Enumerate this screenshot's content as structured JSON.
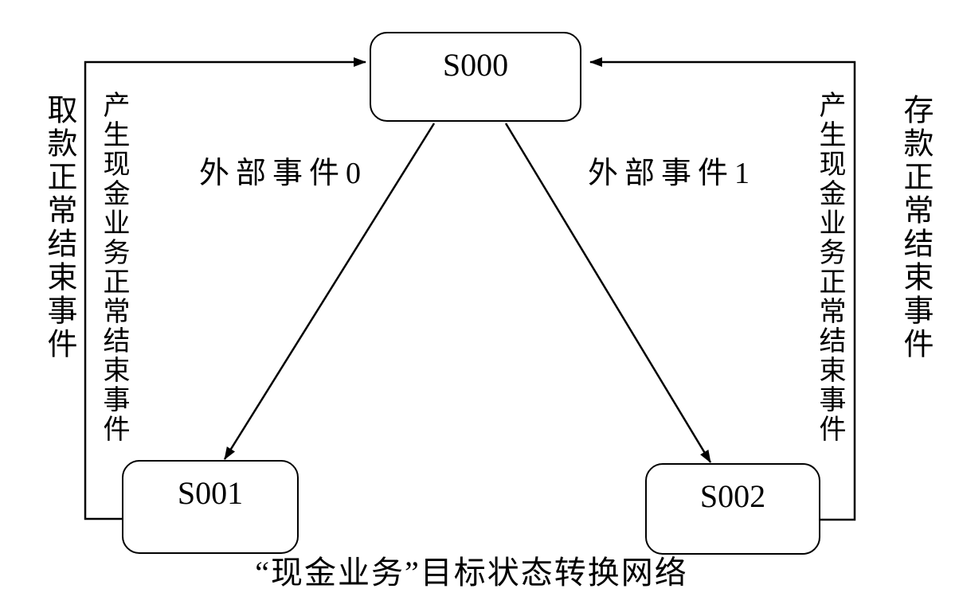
{
  "diagram": {
    "caption": "“现金业务”目标状态转换网络",
    "nodes": {
      "s000": {
        "label": "S000"
      },
      "s001": {
        "label": "S001"
      },
      "s002": {
        "label": "S002"
      }
    },
    "edge_labels": {
      "external_event_0": "外部事件0",
      "external_event_1": "外部事件1"
    },
    "side_labels": {
      "left_outer": "取款正常结束事件",
      "left_inner": "产生现金业务正常结束事件",
      "right_inner": "产生现金业务正常结束事件",
      "right_outer": "存款正常结束事件"
    },
    "colors": {
      "ink": "#000000",
      "background": "#ffffff"
    }
  }
}
